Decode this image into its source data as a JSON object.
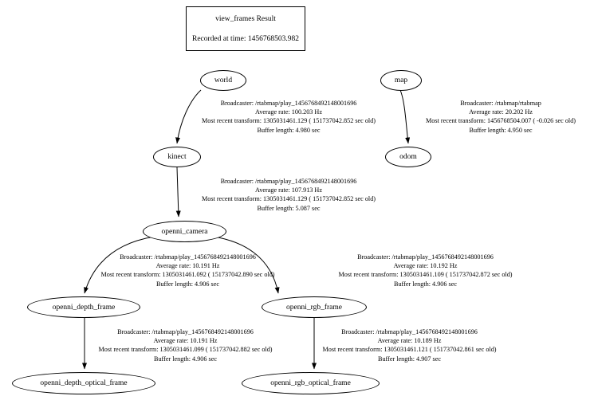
{
  "header": {
    "title": "view_frames Result",
    "recorded": "Recorded at time: 1456768503.982"
  },
  "nodes": [
    {
      "id": "world",
      "label": "world"
    },
    {
      "id": "map",
      "label": "map"
    },
    {
      "id": "kinect",
      "label": "kinect"
    },
    {
      "id": "odom",
      "label": "odom"
    },
    {
      "id": "openni_camera",
      "label": "openni_camera"
    },
    {
      "id": "openni_depth_frame",
      "label": "openni_depth_frame"
    },
    {
      "id": "openni_rgb_frame",
      "label": "openni_rgb_frame"
    },
    {
      "id": "openni_depth_optical_frame",
      "label": "openni_depth_optical_frame"
    },
    {
      "id": "openni_rgb_optical_frame",
      "label": "openni_rgb_optical_frame"
    }
  ],
  "edges": [
    {
      "id": "world-kinect",
      "from": "world",
      "to": "kinect",
      "broadcaster": "Broadcaster: /rtabmap/play_1456768492148001696",
      "rate": "Average rate: 100.203 Hz",
      "recent": "Most recent transform: 1305031461.129 ( 151737042.852 sec old)",
      "buffer": "Buffer length: 4.980 sec"
    },
    {
      "id": "map-odom",
      "from": "map",
      "to": "odom",
      "broadcaster": "Broadcaster: /rtabmap/rtabmap",
      "rate": "Average rate: 20.202 Hz",
      "recent": "Most recent transform: 1456768504.007 ( -0.026 sec old)",
      "buffer": "Buffer length: 4.950 sec"
    },
    {
      "id": "kinect-openni_camera",
      "from": "kinect",
      "to": "openni_camera",
      "broadcaster": "Broadcaster: /rtabmap/play_1456768492148001696",
      "rate": "Average rate: 107.913 Hz",
      "recent": "Most recent transform: 1305031461.129 ( 151737042.852 sec old)",
      "buffer": "Buffer length: 5.087 sec"
    },
    {
      "id": "openni_camera-openni_depth_frame",
      "from": "openni_camera",
      "to": "openni_depth_frame",
      "broadcaster": "Broadcaster: /rtabmap/play_1456768492148001696",
      "rate": "Average rate: 10.191 Hz",
      "recent": "Most recent transform: 1305031461.092 ( 151737042.890 sec old)",
      "buffer": "Buffer length: 4.906 sec"
    },
    {
      "id": "openni_camera-openni_rgb_frame",
      "from": "openni_camera",
      "to": "openni_rgb_frame",
      "broadcaster": "Broadcaster: /rtabmap/play_1456768492148001696",
      "rate": "Average rate: 10.192 Hz",
      "recent": "Most recent transform: 1305031461.109 ( 151737042.872 sec old)",
      "buffer": "Buffer length: 4.906 sec"
    },
    {
      "id": "openni_depth_frame-openni_depth_optical_frame",
      "from": "openni_depth_frame",
      "to": "openni_depth_optical_frame",
      "broadcaster": "Broadcaster: /rtabmap/play_1456768492148001696",
      "rate": "Average rate: 10.191 Hz",
      "recent": "Most recent transform: 1305031461.099 ( 151737042.882 sec old)",
      "buffer": "Buffer length: 4.906 sec"
    },
    {
      "id": "openni_rgb_frame-openni_rgb_optical_frame",
      "from": "openni_rgb_frame",
      "to": "openni_rgb_optical_frame",
      "broadcaster": "Broadcaster: /rtabmap/play_1456768492148001696",
      "rate": "Average rate: 10.189 Hz",
      "recent": "Most recent transform: 1305031461.121 ( 151737042.861 sec old)",
      "buffer": "Buffer length: 4.907 sec"
    }
  ]
}
